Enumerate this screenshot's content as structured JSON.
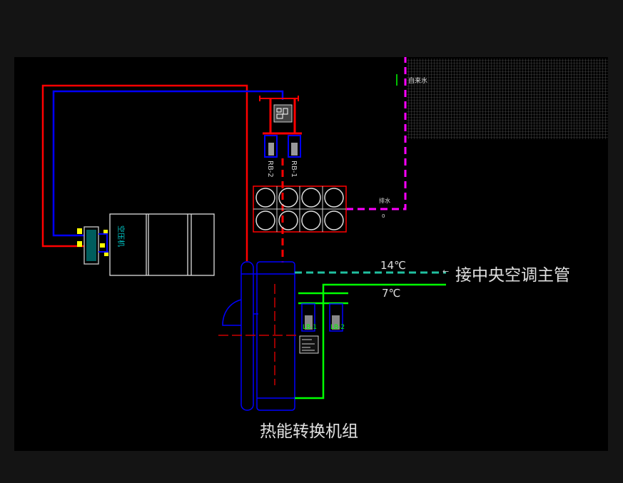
{
  "labels": {
    "valve_rb2": "RB-2",
    "valve_rb1": "RB-1",
    "valve_lb1": "LB-1",
    "valve_lb2": "LB-2",
    "return_temp": "14℃",
    "supply_temp": "7℃",
    "main_pipe": "接中央空调主管",
    "unit_name": "热能转换机组",
    "compressor": "空压机"
  },
  "colors": {
    "background": "#000000",
    "frame": "#141414",
    "hot_pipe": "#ff0000",
    "cold_pipe": "#0000ff",
    "drain_pipe": "#ff00ff",
    "supply_pipe": "#00ff00",
    "return_pipe": "#20c0a0",
    "text": "#e0e0e0"
  }
}
